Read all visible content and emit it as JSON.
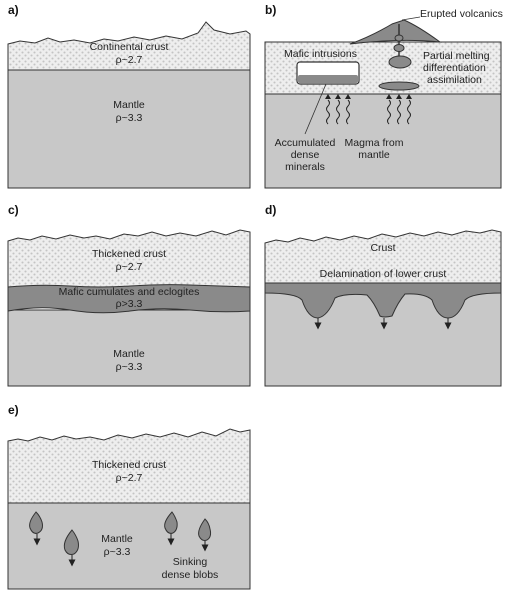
{
  "panels": {
    "a": {
      "label": "a)",
      "crust": "Continental crust",
      "crust_density": "ρ~2.7",
      "mantle": "Mantle",
      "mantle_density": "ρ~3.3"
    },
    "b": {
      "label": "b)",
      "erupted": "Erupted volcanics",
      "mafic_intrusions": "Mafic intrusions",
      "partial_melting": "Partial melting",
      "differentiation": "differentiation",
      "assimilation": "assimilation",
      "accumulated_1": "Accumulated",
      "accumulated_2": "dense",
      "accumulated_3": "minerals",
      "magma_1": "Magma from",
      "magma_2": "mantle"
    },
    "c": {
      "label": "c)",
      "crust": "Thickened crust",
      "crust_density": "ρ~2.7",
      "layer": "Mafic cumulates and eclogites",
      "layer_density": "ρ>3.3",
      "mantle": "Mantle",
      "mantle_density": "ρ~3.3"
    },
    "d": {
      "label": "d)",
      "crust": "Crust",
      "delamination": "Delamination of lower crust"
    },
    "e": {
      "label": "e)",
      "crust": "Thickened crust",
      "crust_density": "ρ~2.7",
      "mantle": "Mantle",
      "mantle_density": "ρ~3.3",
      "blobs_1": "Sinking",
      "blobs_2": "dense blobs"
    }
  },
  "colors": {
    "crust_bg": "#eeeeee",
    "crust_dot": "#c4c4c4",
    "mantle": "#c8c8c8",
    "dense": "#8a8a8a",
    "outline": "#333333"
  }
}
